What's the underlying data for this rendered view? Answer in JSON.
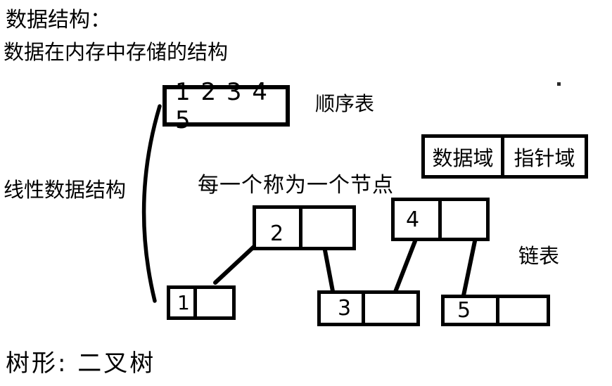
{
  "canvas": {
    "background": "#ffffff",
    "ink_color": "#000000"
  },
  "header": {
    "title": "数据结构：",
    "subtitle": "数据在内存中存储的结构"
  },
  "sequential_list": {
    "values": "1 2 3 4 5",
    "label": "顺序表"
  },
  "node_structure": {
    "data_field": "数据域",
    "pointer_field": "指针域"
  },
  "linear_label": "线性数据结构",
  "node_caption": "每一个称为一个节点",
  "linked_list": {
    "label": "链表",
    "nodes": [
      {
        "value": "1"
      },
      {
        "value": "2"
      },
      {
        "value": "3"
      },
      {
        "value": "4"
      },
      {
        "value": "5"
      }
    ]
  },
  "footer": {
    "text": "树形: 二叉树"
  }
}
